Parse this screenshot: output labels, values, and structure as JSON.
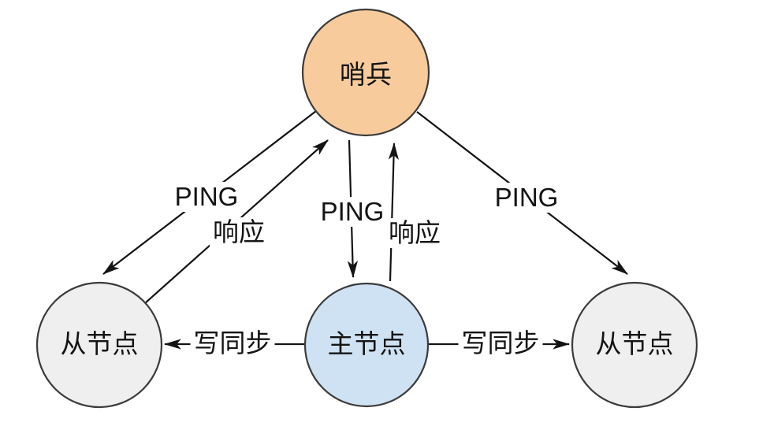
{
  "diagram": {
    "nodes": {
      "sentinel": {
        "label": "哨兵",
        "fill": "#F8CB9D"
      },
      "master": {
        "label": "主节点",
        "fill": "#CFE2F3"
      },
      "slave_left": {
        "label": "从节点",
        "fill": "#EFEFEF"
      },
      "slave_right": {
        "label": "从节点",
        "fill": "#EFEFEF"
      }
    },
    "edges": {
      "ping_left": {
        "label": "PING",
        "from": "哨兵",
        "to": "从节点"
      },
      "resp_left": {
        "label": "响应",
        "from": "从节点",
        "to": "哨兵"
      },
      "ping_mid": {
        "label": "PING",
        "from": "哨兵",
        "to": "主节点"
      },
      "resp_mid": {
        "label": "响应",
        "from": "主节点",
        "to": "哨兵"
      },
      "ping_right": {
        "label": "PING",
        "from": "哨兵",
        "to": "从节点"
      },
      "sync_left": {
        "label": "写同步",
        "from": "主节点",
        "to": "从节点"
      },
      "sync_right": {
        "label": "写同步",
        "from": "主节点",
        "to": "从节点"
      }
    },
    "colors": {
      "node_stroke": "#3B3B3B",
      "line": "#141414",
      "text": "#141414",
      "background": "#FFFFFF"
    }
  }
}
